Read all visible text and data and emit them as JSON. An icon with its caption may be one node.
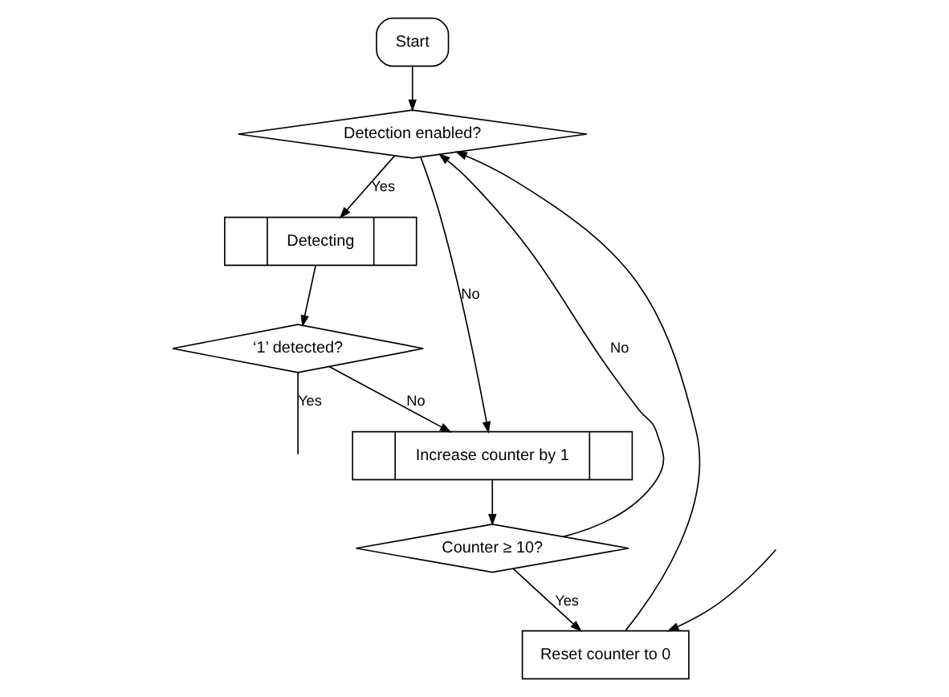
{
  "diagram": {
    "nodes": [
      {
        "text": [
          "Start"
        ]
      },
      {
        "text": [
          "Detection enabled?"
        ]
      },
      {
        "text": [
          "Detecting"
        ]
      },
      {
        "text": [
          "‘1’ detected?"
        ]
      },
      {
        "text": [
          "Increase counter by 1"
        ]
      },
      {
        "text": [
          "Counter ≥ 10?"
        ]
      },
      {
        "text": [
          "Reset counter to 0"
        ]
      }
    ],
    "edges": [
      {
        "from": 0,
        "to": 1,
        "arrow": "to"
      },
      {
        "from": 6,
        "to": 1,
        "arrow": "to"
      },
      {
        "from": 5,
        "to": 1,
        "label": "No",
        "arrow": "to"
      },
      {
        "from": 1,
        "to": 2,
        "label": "Yes",
        "arrow": "to"
      },
      {
        "from": 1,
        "to": 4,
        "label": "No",
        "arrow": "to"
      },
      {
        "from": 2,
        "to": 3,
        "arrow": "to"
      },
      {
        "from": 3,
        "to": null,
        "label": "Yes",
        "arrow": "none"
      },
      {
        "from": 3,
        "to": 4,
        "label": "No",
        "arrow": "to"
      },
      {
        "from": 4,
        "to": 5,
        "arrow": "to"
      },
      {
        "from": 5,
        "to": 6,
        "label": "Yes",
        "arrow": "to"
      },
      {
        "from": null,
        "to": 6,
        "arrow": "to"
      }
    ]
  }
}
